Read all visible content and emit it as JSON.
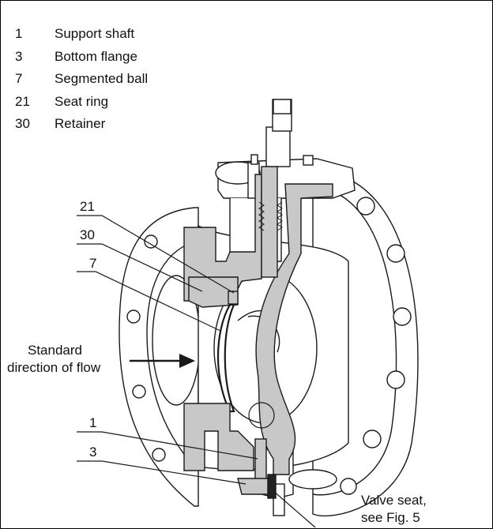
{
  "legend": [
    {
      "num": "1",
      "label": "Support shaft"
    },
    {
      "num": "3",
      "label": "Bottom flange"
    },
    {
      "num": "7",
      "label": "Segmented ball"
    },
    {
      "num": "21",
      "label": "Seat ring"
    },
    {
      "num": "30",
      "label": "Retainer"
    }
  ],
  "callouts": {
    "c21": "21",
    "c30": "30",
    "c7": "7",
    "c1": "1",
    "c3": "3"
  },
  "flow": {
    "line1": "Standard",
    "line2": "direction of flow"
  },
  "valve_seat": {
    "line1": "Valve seat,",
    "line2": "see Fig. 5"
  },
  "colors": {
    "section_fill": "#c8c8c8",
    "line": "#1a1a1a"
  }
}
